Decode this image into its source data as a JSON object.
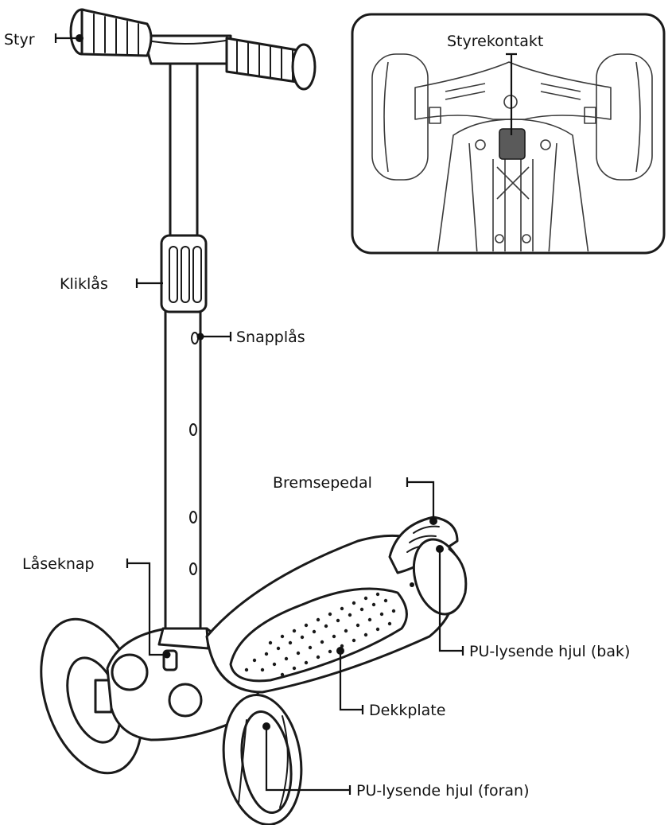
{
  "labels": {
    "handlebar": "Styr",
    "steering_connector": "Styrekontakt",
    "click_lock": "Kliklås",
    "snap_lock": "Snapplås",
    "brake_pedal": "Bremsepedal",
    "lock_button": "Låseknap",
    "rear_wheel": "PU-lysende hjul (bak)",
    "deck": "Dekkplate",
    "front_wheel": "PU-lysende hjul (foran)"
  },
  "colors": {
    "line": "#1a1a1a",
    "connector_fill": "#5a5a5a",
    "background": "#ffffff"
  }
}
